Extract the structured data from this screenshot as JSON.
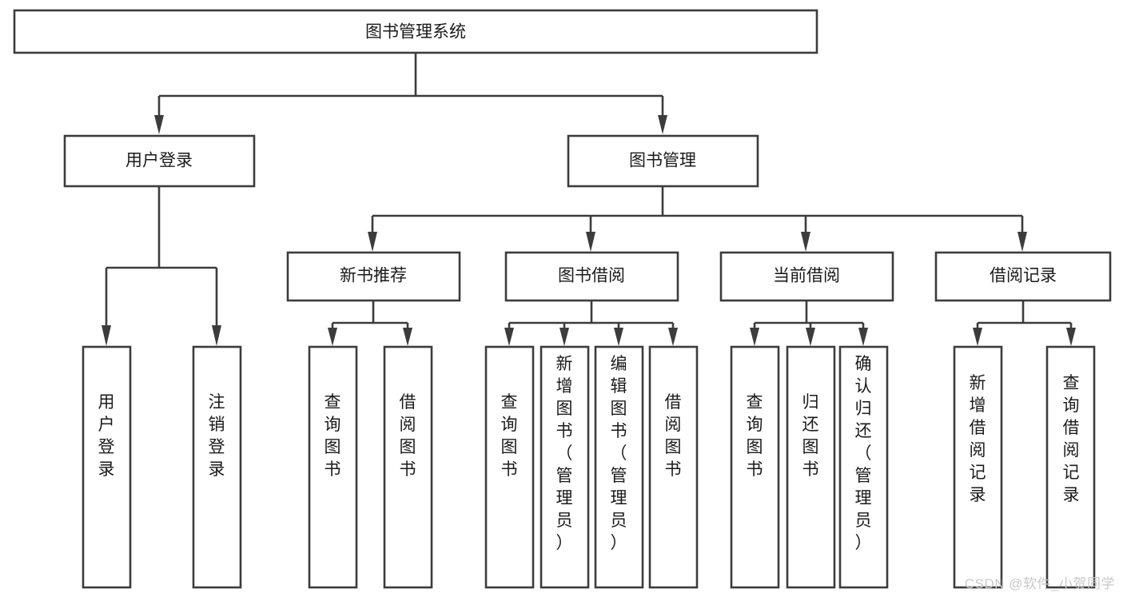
{
  "diagram": {
    "type": "tree-flowchart",
    "title": "图书管理系统",
    "watermark": "CSDN @软件_小贺同学",
    "colors": {
      "box_stroke": "#3c3c3c",
      "box_fill": "#ffffff",
      "connector": "#3c3c3c",
      "text": "#1a1a1a",
      "watermark": "#c9c9c9",
      "background": "#ffffff"
    },
    "root": {
      "label": "图书管理系统"
    },
    "level2": [
      {
        "id": "user-login",
        "label": "用户登录"
      },
      {
        "id": "book-management",
        "label": "图书管理"
      }
    ],
    "level3": [
      {
        "id": "new-book-recommend",
        "label": "新书推荐",
        "parent": "book-management"
      },
      {
        "id": "book-borrow",
        "label": "图书借阅",
        "parent": "book-management"
      },
      {
        "id": "current-borrow",
        "label": "当前借阅",
        "parent": "book-management"
      },
      {
        "id": "borrow-record",
        "label": "借阅记录",
        "parent": "book-management"
      }
    ],
    "leaves": {
      "user-login": [
        {
          "id": "leaf-user-login",
          "label": "用户登录"
        },
        {
          "id": "leaf-user-logout",
          "label": "注销登录"
        }
      ],
      "new-book-recommend": [
        {
          "id": "leaf-query-book-1",
          "label": "查询图书"
        },
        {
          "id": "leaf-borrow-book-1",
          "label": "借阅图书"
        }
      ],
      "book-borrow": [
        {
          "id": "leaf-query-book-2",
          "label": "查询图书"
        },
        {
          "id": "leaf-add-book",
          "label": "新增图书（管理员）"
        },
        {
          "id": "leaf-edit-book",
          "label": "编辑图书（管理员）"
        },
        {
          "id": "leaf-borrow-book-2",
          "label": "借阅图书"
        }
      ],
      "current-borrow": [
        {
          "id": "leaf-query-book-3",
          "label": "查询图书"
        },
        {
          "id": "leaf-return-book",
          "label": "归还图书"
        },
        {
          "id": "leaf-confirm-return",
          "label": "确认归还（管理员）"
        }
      ],
      "borrow-record": [
        {
          "id": "leaf-add-record",
          "label": "新增借阅记录"
        },
        {
          "id": "leaf-query-record",
          "label": "查询借阅记录"
        }
      ]
    }
  }
}
